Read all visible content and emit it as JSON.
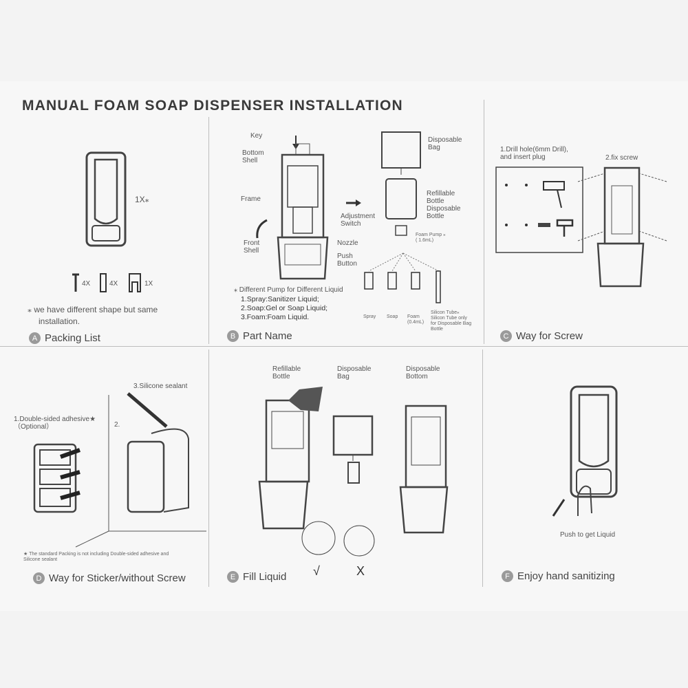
{
  "title": "MANUAL FOAM SOAP DISPENSER INSTALLATION",
  "sections": {
    "a": {
      "letter": "A",
      "name": "Packing List",
      "qty_main": "1X⁎",
      "qty_screw": "4X",
      "qty_plug": "4X",
      "qty_key": "1X",
      "note_line1": "⁎ we have different shape but same",
      "note_line2": "installation."
    },
    "b": {
      "letter": "B",
      "name": "Part Name",
      "labels": {
        "key": "Key",
        "bottom_shell": "Bottom\nShell",
        "frame": "Frame",
        "front_shell": "Front\nShell",
        "adjustment_switch": "Adjustment\nSwitch",
        "nozzle": "Nozzle",
        "push_button": "Push\nButton",
        "disposable_bag": "Disposable\nBag",
        "refillable": "Refillable\nBottle\nDisposable\nBottle",
        "foam_pump": "Foam Pump ⁎\n( 1.6mL)",
        "spray": "Spray",
        "soap": "Soap",
        "foam": "Foam\n(0.4mL)",
        "silicon_tube": "Silicon Tube⁎\nSilicon Tube only\nfor Disposable Bag\nBottle"
      },
      "pump_note": "⁎ Different Pump for Different Liquid",
      "pump_list": [
        "1.Spray:Sanitizer Liquid;",
        "2.Soap:Gel or Soap Liquid;",
        "3.Foam:Foam Liquid."
      ]
    },
    "c": {
      "letter": "C",
      "name": "Way for Screw",
      "step1": "1.Drill hole(6mm Drill),\nand insert plug",
      "step2": "2.fix screw"
    },
    "d": {
      "letter": "D",
      "name": "Way for Sticker/without Screw",
      "step1": "1.Double-sided adhesive★\n（Optional）",
      "step2": "2.",
      "step3": "3.Silicone sealant",
      "footnote": "★ The standard Packing is not including Double-sided adhesive and\nSilicone sealant"
    },
    "e": {
      "letter": "E",
      "name": "Fill Liquid",
      "refillable": "Refillable\nBottle",
      "bag": "Disposable\nBag",
      "bottom": "Disposable\nBottom",
      "correct": "√",
      "wrong": "X"
    },
    "f": {
      "letter": "F",
      "name": "Enjoy hand sanitizing",
      "push": "Push to get Liquid"
    }
  }
}
